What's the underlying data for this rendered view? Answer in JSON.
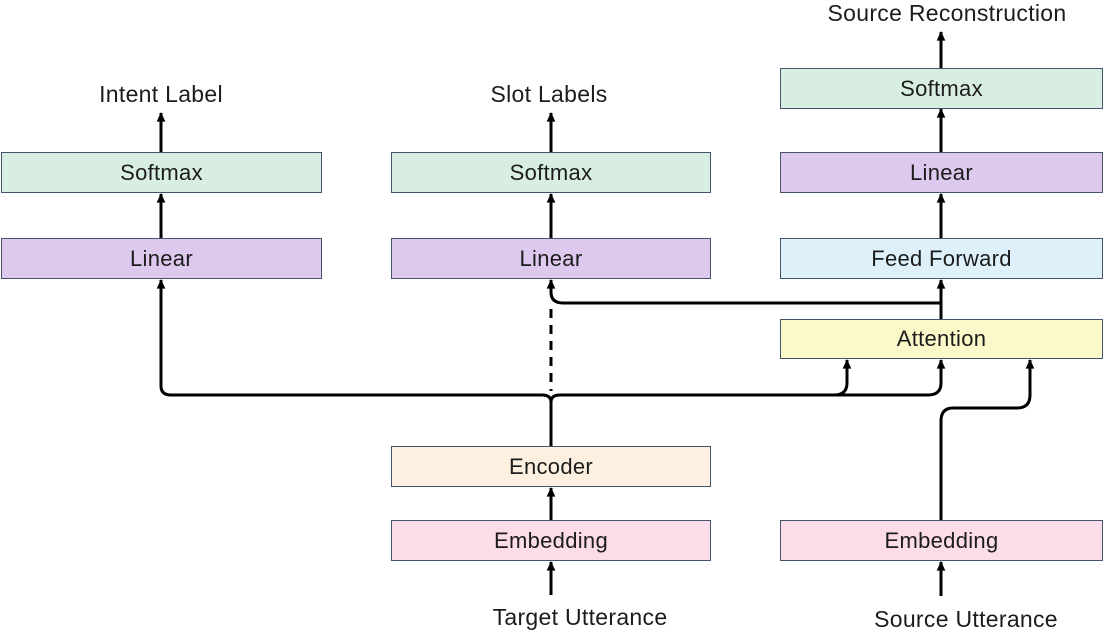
{
  "diagram": {
    "description": "Joint NLU model architecture with source reconstruction",
    "colors": {
      "background": "#ffffff",
      "line": "#000000",
      "box_border": "#44546a",
      "softmax_fill": "#d9eee2",
      "linear_fill": "#dcc9ed",
      "feed_forward_fill": "#def1fb",
      "attention_fill": "#fbf8c9",
      "encoder_fill": "#fdf0e0",
      "embedding_fill": "#fbdce8"
    },
    "labels": {
      "intent_output": "Intent Label",
      "slot_output": "Slot Labels",
      "source_output": "Source Reconstruction",
      "target_input": "Target Utterance",
      "source_input": "Source Utterance"
    },
    "nodes": {
      "intent_softmax": {
        "label": "Softmax",
        "fill": "#d9eee2"
      },
      "intent_linear": {
        "label": "Linear",
        "fill": "#dcc9ed"
      },
      "slot_softmax": {
        "label": "Softmax",
        "fill": "#d9eee2"
      },
      "slot_linear": {
        "label": "Linear",
        "fill": "#dcc9ed"
      },
      "encoder": {
        "label": "Encoder",
        "fill": "#fdf0e0"
      },
      "target_embedding": {
        "label": "Embedding",
        "fill": "#fbdce8"
      },
      "source_softmax": {
        "label": "Softmax",
        "fill": "#d9eee2"
      },
      "source_linear": {
        "label": "Linear",
        "fill": "#dcc9ed"
      },
      "feed_forward": {
        "label": "Feed Forward",
        "fill": "#def1fb"
      },
      "attention": {
        "label": "Attention",
        "fill": "#fbf8c9"
      },
      "source_embedding": {
        "label": "Embedding",
        "fill": "#fbdce8"
      }
    },
    "edges": [
      {
        "from": "target_input",
        "to": "target_embedding",
        "style": "solid"
      },
      {
        "from": "target_embedding",
        "to": "encoder",
        "style": "solid"
      },
      {
        "from": "encoder",
        "to": "intent_linear",
        "style": "solid"
      },
      {
        "from": "encoder",
        "to": "slot_linear",
        "style": "dashed"
      },
      {
        "from": "encoder",
        "to": "attention",
        "style": "solid",
        "note": "left input arrow"
      },
      {
        "from": "encoder",
        "to": "attention",
        "style": "solid",
        "note": "center input arrow"
      },
      {
        "from": "intent_linear",
        "to": "intent_softmax",
        "style": "solid"
      },
      {
        "from": "intent_softmax",
        "to": "intent_output",
        "style": "solid"
      },
      {
        "from": "slot_linear",
        "to": "slot_softmax",
        "style": "solid"
      },
      {
        "from": "slot_softmax",
        "to": "slot_output",
        "style": "solid"
      },
      {
        "from": "source_input",
        "to": "source_embedding",
        "style": "solid"
      },
      {
        "from": "source_embedding",
        "to": "attention",
        "style": "solid",
        "note": "right input arrow"
      },
      {
        "from": "attention",
        "to": "feed_forward",
        "style": "solid"
      },
      {
        "from": "attention",
        "to": "slot_linear",
        "style": "solid"
      },
      {
        "from": "feed_forward",
        "to": "source_linear",
        "style": "solid"
      },
      {
        "from": "source_linear",
        "to": "source_softmax",
        "style": "solid"
      },
      {
        "from": "source_softmax",
        "to": "source_output",
        "style": "solid"
      }
    ]
  }
}
